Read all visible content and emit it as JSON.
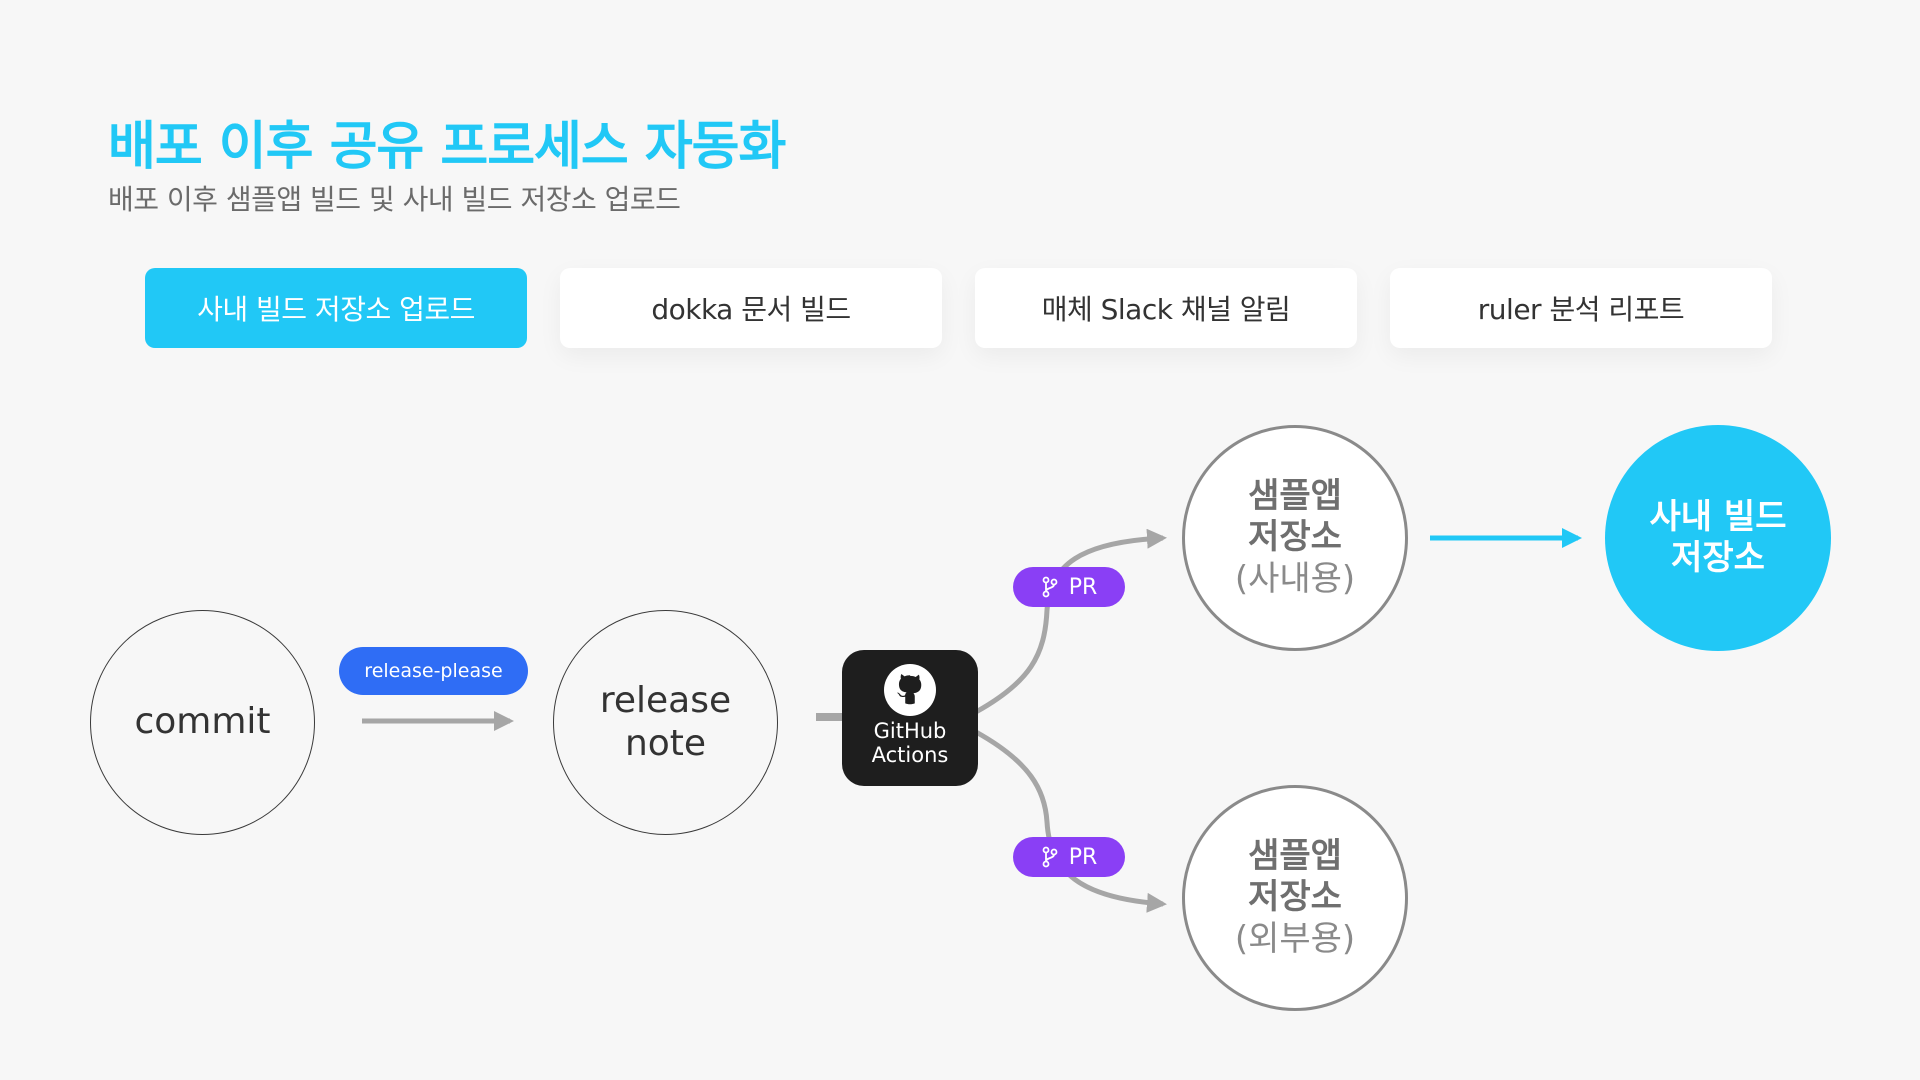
{
  "header": {
    "title": "배포 이후 공유 프로세스 자동화",
    "subtitle": "배포 이후 샘플앱 빌드 및 사내 빌드 저장소 업로드"
  },
  "tabs": [
    {
      "label": "사내 빌드 저장소 업로드",
      "active": true
    },
    {
      "label": "dokka 문서 빌드",
      "active": false
    },
    {
      "label": "매체 Slack 채널 알림",
      "active": false
    },
    {
      "label": "ruler 분석 리포트",
      "active": false
    }
  ],
  "diagram": {
    "commit": "commit",
    "release_please": "release-please",
    "release_note": [
      "release",
      "note"
    ],
    "github_actions": [
      "GitHub",
      "Actions"
    ],
    "pr_label": "PR",
    "repo_internal": {
      "line1": "샘플앱",
      "line2": "저장소",
      "line3": "(사내용)"
    },
    "repo_external": {
      "line1": "샘플앱",
      "line2": "저장소",
      "line3": "(외부용)"
    },
    "build_storage": [
      "사내 빌드",
      "저장소"
    ]
  },
  "colors": {
    "accent": "#21c8f6",
    "release_please_pill": "#2f6df5",
    "pr_pill": "#8a3ff5",
    "github_box": "#1e1e1e",
    "connector": "#a6a6a6"
  },
  "icons": {
    "github": "github-octocat-icon",
    "pr": "git-branch-icon"
  }
}
